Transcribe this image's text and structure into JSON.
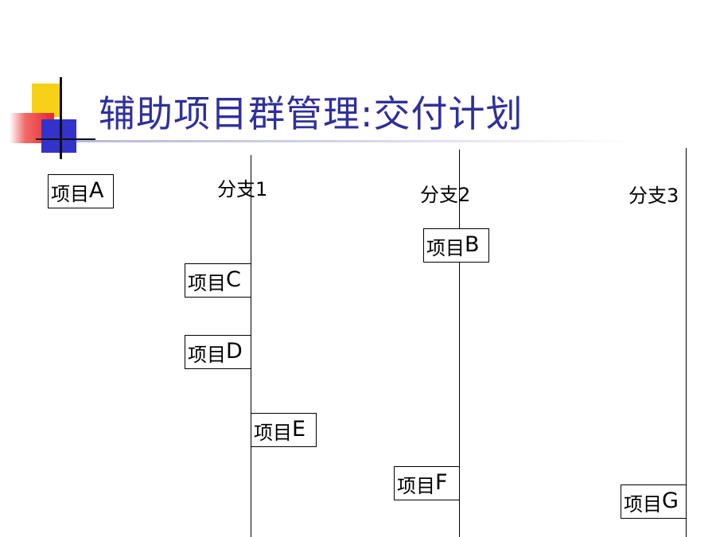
{
  "slide": {
    "title": "辅助项目群管理:交付计划"
  },
  "branches": [
    {
      "label": "分支1"
    },
    {
      "label": "分支2"
    },
    {
      "label": "分支3"
    }
  ],
  "projects": [
    {
      "prefix": "项目",
      "letter": "A"
    },
    {
      "prefix": "项目",
      "letter": "B"
    },
    {
      "prefix": "项目",
      "letter": "C"
    },
    {
      "prefix": "项目",
      "letter": "D"
    },
    {
      "prefix": "项目",
      "letter": "E"
    },
    {
      "prefix": "项目",
      "letter": "F"
    },
    {
      "prefix": "项目",
      "letter": "G"
    }
  ],
  "colors": {
    "title": "#2f2f9e",
    "logo_yellow": "#f7d117",
    "logo_red": "#e8242c",
    "logo_blue": "#3333cc"
  }
}
